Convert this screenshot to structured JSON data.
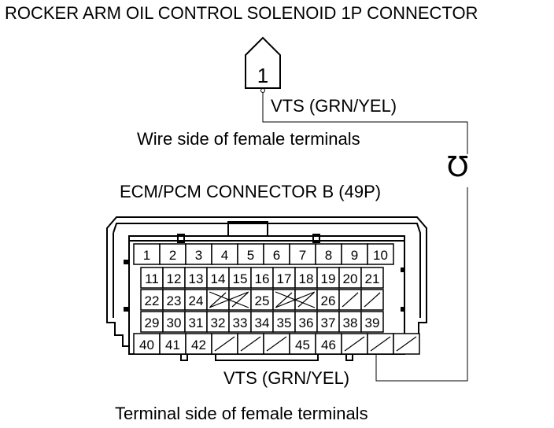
{
  "labels": {
    "title": "ROCKER ARM OIL CONTROL SOLENOID 1P CONNECTOR",
    "solenoid_pin": "1",
    "wire_top": "VTS (GRN/YEL)",
    "wire_side_caption": "Wire side of female terminals",
    "continuity_symbol": "℧",
    "ecm_title": "ECM/PCM CONNECTOR B (49P)",
    "wire_bottom": "VTS (GRN/YEL)",
    "terminal_side_caption": "Terminal side of female terminals"
  },
  "connector": {
    "rows": [
      [
        "1",
        "2",
        "3",
        "4",
        "5",
        "6",
        "7",
        "8",
        "9",
        "10"
      ],
      [
        "11",
        "12",
        "13",
        "14",
        "15",
        "16",
        "17",
        "18",
        "19",
        "20",
        "21"
      ],
      [
        "22",
        "23",
        "24",
        "",
        "",
        "25",
        "",
        "",
        "26",
        "",
        ""
      ],
      [
        "29",
        "30",
        "31",
        "32",
        "33",
        "34",
        "35",
        "36",
        "37",
        "38",
        "39"
      ],
      [
        "40",
        "41",
        "42",
        "",
        "",
        "",
        "45",
        "46",
        "",
        "",
        ""
      ]
    ],
    "highlighted_terminal": "39"
  }
}
